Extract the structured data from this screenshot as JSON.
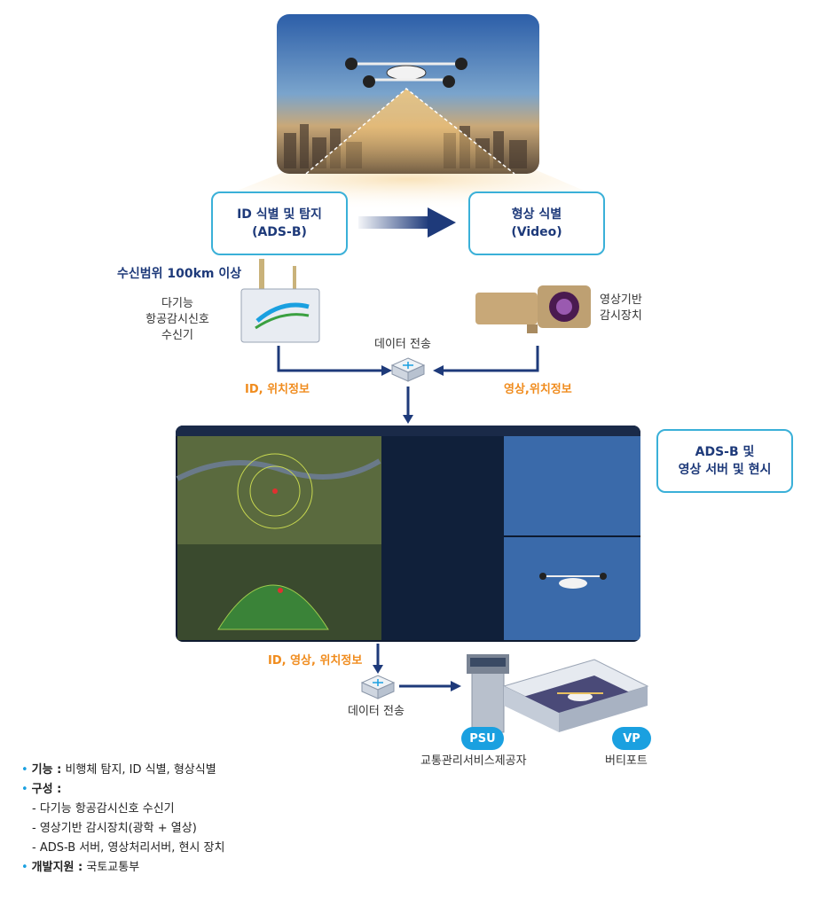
{
  "top_left_box": {
    "line1": "ID 식별 및 탐지",
    "line2": "(ADS-B)"
  },
  "top_right_box": {
    "line1": "형상 식별",
    "line2": "(Video)"
  },
  "range_label": "수신범위 100km 이상",
  "receiver_label": {
    "line1": "다기능",
    "line2": "항공감시신호",
    "line3": "수신기"
  },
  "camera_label": {
    "line1": "영상기반",
    "line2": "감시장치"
  },
  "data_transfer_1": "데이터 전송",
  "left_flow_label": "ID, 위치정보",
  "right_flow_label": "영상,위치정보",
  "server_box": {
    "line1": "ADS-B 및",
    "line2": "영상 서버 및 현시"
  },
  "bottom_flow_label": "ID, 영상, 위치정보",
  "data_transfer_2": "데이터 전송",
  "psu": {
    "badge": "PSU",
    "label": "교통관리서비스제공자"
  },
  "vp": {
    "badge": "VP",
    "label": "버티포트"
  },
  "legend": {
    "function_title": "기능 :",
    "function_text": "비행체 탐지, ID 식별, 형상식별",
    "composition_title": "구성 :",
    "composition_items": [
      "- 다기능 항공감시신호 수신기",
      "- 영상기반 감시장치(광학 + 열상)",
      "- ADS-B 서버, 영상처리서버, 현시 장치"
    ],
    "support_title": "개발지원 :",
    "support_text": "국토교통부"
  },
  "colors": {
    "accent_blue": "#3ab0d8",
    "navy": "#1e3a7a",
    "orange": "#f08c1e",
    "badge_blue": "#1aa0e0"
  }
}
